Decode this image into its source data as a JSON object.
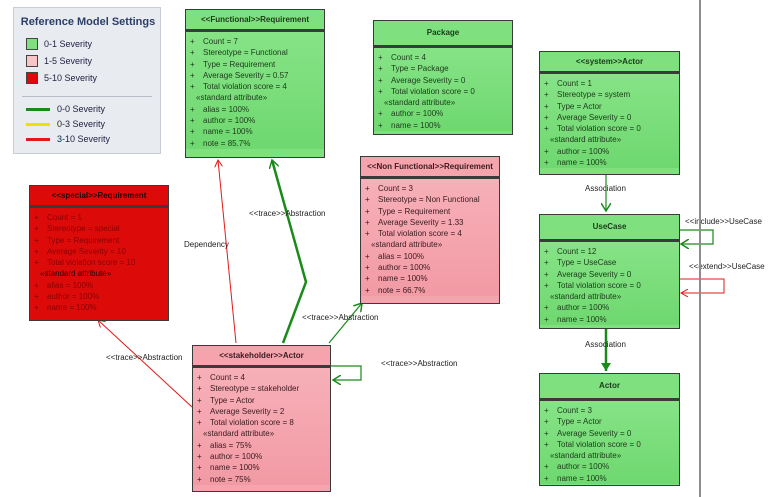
{
  "legend": {
    "title": "Reference Model Settings",
    "items": [
      {
        "label": "0-1 Severity",
        "color": "#7fe07f"
      },
      {
        "label": "1-5 Severity",
        "color": "#f7c4c8"
      },
      {
        "label": "5-10 Severity",
        "color": "#dd0a0a"
      }
    ],
    "lines": [
      {
        "label": "0-0 Severity",
        "color": "#1a8a1a"
      },
      {
        "label": "0-3 Severity",
        "color": "#f0e000"
      },
      {
        "label": "3-10 Severity",
        "color": "#e21818"
      }
    ]
  },
  "nodes": {
    "func_req": {
      "title": "<<Functional>>Requirement",
      "rows": [
        "Count = 7",
        "Stereotype = Functional",
        "Type = Requirement",
        "Average Severity = 0.57",
        "Total violation score = 4"
      ],
      "section": "«standard attribute»",
      "attrs": [
        "alias = 100%",
        "author = 100%",
        "name = 100%",
        "note = 85.7%"
      ]
    },
    "package": {
      "title": "Package",
      "rows": [
        "Count = 4",
        "Type = Package",
        "Average Severity = 0",
        "Total violation score = 0"
      ],
      "section": "«standard attribute»",
      "attrs": [
        "author = 100%",
        "name = 100%"
      ]
    },
    "system_actor": {
      "title": "<<system>>Actor",
      "rows": [
        "Count = 1",
        "Stereotype = system",
        "Type = Actor",
        "Average Severity = 0",
        "Total violation score = 0"
      ],
      "section": "«standard attribute»",
      "attrs": [
        "author = 100%",
        "name = 100%"
      ]
    },
    "special_req": {
      "title": "<<special>>Requirement",
      "rows": [
        "Count = 1",
        "Stereotype = special",
        "Type = Requirement",
        "Average Severity = 10",
        "Total violation score = 10"
      ],
      "section": "«standard attribute»",
      "attrs": [
        "alias = 100%",
        "author = 100%",
        "name = 100%"
      ]
    },
    "nonfunc_req": {
      "title": "<<Non Functional>>Requirement",
      "rows": [
        "Count = 3",
        "Stereotype = Non Functional",
        "Type = Requirement",
        "Average Severity = 1.33",
        "Total violation score = 4"
      ],
      "section": "«standard attribute»",
      "attrs": [
        "alias = 100%",
        "author = 100%",
        "name = 100%",
        "note = 66.7%"
      ]
    },
    "usecase": {
      "title": "UseCase",
      "rows": [
        "Count = 12",
        "Type = UseCase",
        "Average Severity = 0",
        "Total violation score = 0"
      ],
      "section": "«standard attribute»",
      "attrs": [
        "author = 100%",
        "name = 100%"
      ]
    },
    "stakeholder_actor": {
      "title": "<<stakeholder>>Actor",
      "rows": [
        "Count = 4",
        "Stereotype = stakeholder",
        "Type = Actor",
        "Average Severity = 2",
        "Total violation score = 8"
      ],
      "section": "«standard attribute»",
      "attrs": [
        "alias = 75%",
        "author = 100%",
        "name = 100%",
        "note = 75%"
      ]
    },
    "actor": {
      "title": "Actor",
      "rows": [
        "Count = 3",
        "Type = Actor",
        "Average Severity = 0",
        "Total violation score = 0"
      ],
      "section": "«standard attribute»",
      "attrs": [
        "author = 100%",
        "name = 100%"
      ]
    }
  },
  "edge_labels": {
    "dependency": "Dependency",
    "trace_func": "<<trace>>Abstraction",
    "trace_nonfunc": "<<trace>>Abstraction",
    "trace_special": "<<trace>>Abstraction",
    "trace_self": "<<trace>>Abstraction",
    "assoc_system": "Association",
    "assoc_actor": "Association",
    "include": "<<include>>UseCase",
    "extend": "<<extend>>UseCase"
  },
  "edge_colors": {
    "green": "#1a8a1a",
    "red": "#e21818"
  }
}
